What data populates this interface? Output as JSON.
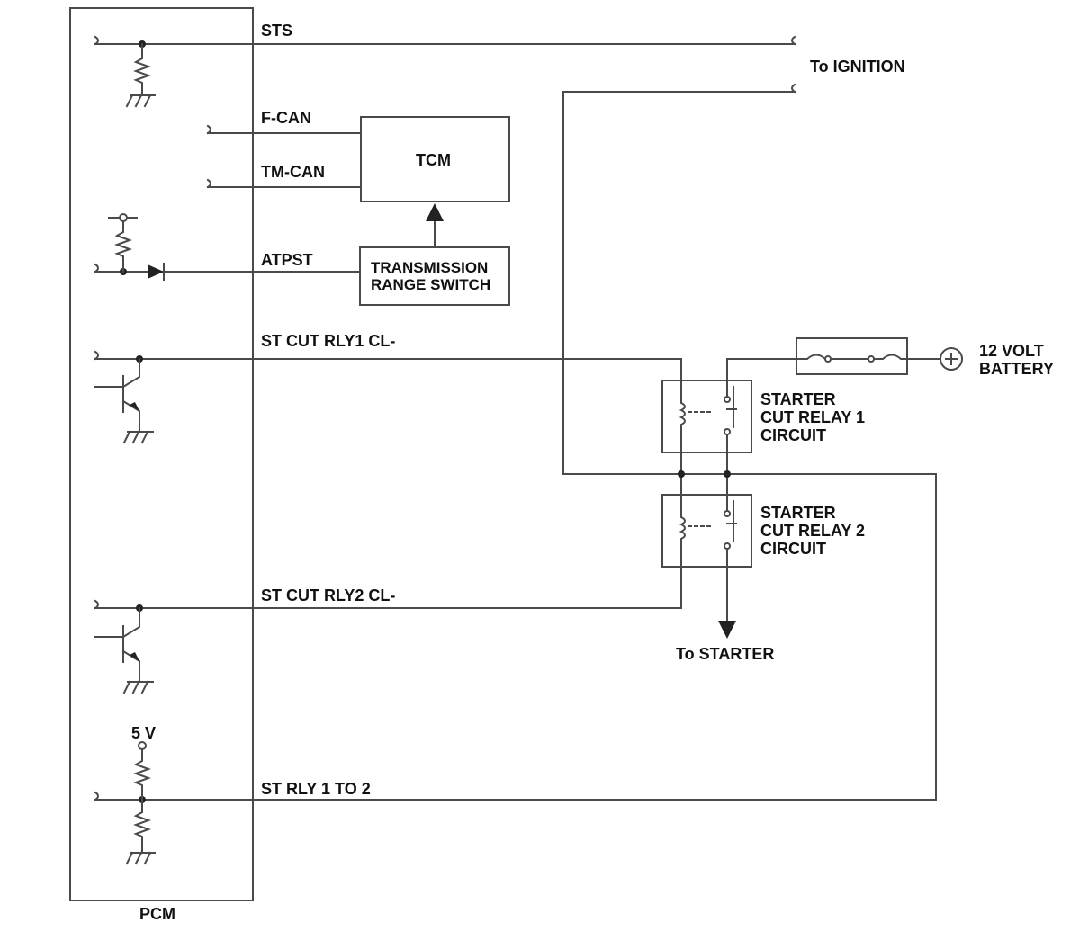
{
  "labels": {
    "pcm": "PCM",
    "sts": "STS",
    "to_ignition": "To IGNITION",
    "f_can": "F-CAN",
    "tm_can": "TM-CAN",
    "tcm": "TCM",
    "atpst": "ATPST",
    "trs_line1": "TRANSMISSION",
    "trs_line2": "RANGE SWITCH",
    "st_cut_rly1": "ST CUT RLY1 CL-",
    "st_cut_rly2": "ST CUT RLY2 CL-",
    "battery_line1": "12 VOLT",
    "battery_line2": "BATTERY",
    "relay1_line1": "STARTER",
    "relay1_line2": "CUT RELAY 1",
    "relay1_line3": "CIRCUIT",
    "relay2_line1": "STARTER",
    "relay2_line2": "CUT RELAY 2",
    "relay2_line3": "CIRCUIT",
    "to_starter": "To STARTER",
    "five_v": "5 V",
    "st_rly_1_to_2": "ST RLY 1 TO 2"
  },
  "colors": {
    "wire": "#4a4a4a",
    "text": "#111111"
  }
}
